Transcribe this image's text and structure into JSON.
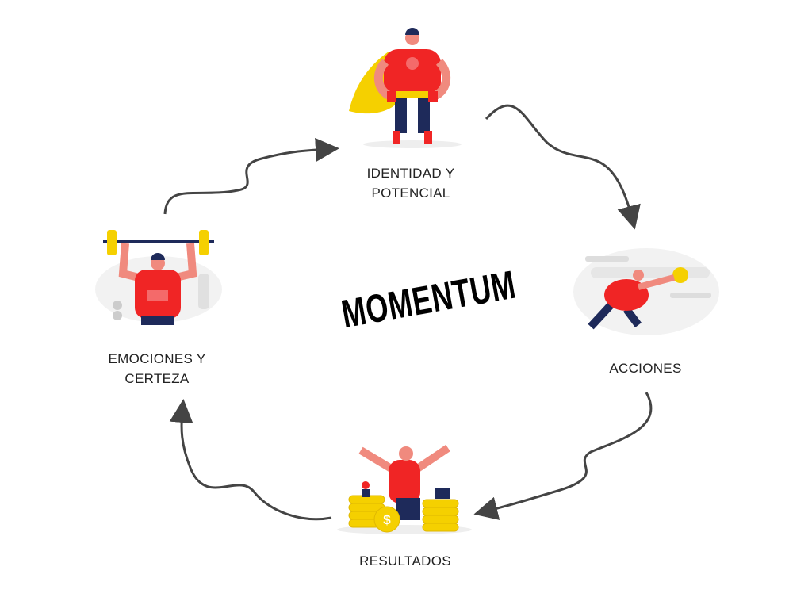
{
  "title": "MOMENTUM",
  "stages": [
    {
      "line1": "IDENTIDAD Y",
      "line2": "POTENCIAL"
    },
    {
      "line1": "ACCIONES"
    },
    {
      "line1": "RESULTADOS"
    },
    {
      "line1": "EMOCIONES Y",
      "line2": "CERTEZA"
    }
  ],
  "colors": {
    "red": "#f02525",
    "yellow": "#f5d000",
    "navy": "#1e2a5a",
    "arrow": "#444444",
    "skin": "#f08a7e"
  }
}
